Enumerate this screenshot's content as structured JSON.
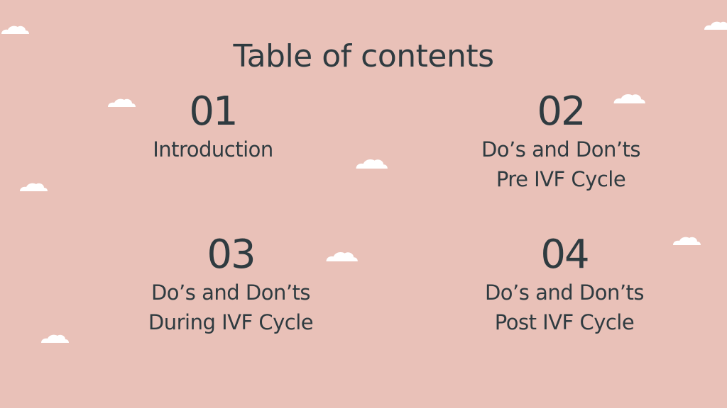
{
  "slide": {
    "title": "Table of contents",
    "background_color": "#e9c1b8",
    "text_color": "#2f3b40",
    "cloud_color": "#ffffff",
    "items": [
      {
        "number": "01",
        "line1": "Introduction",
        "line2": ""
      },
      {
        "number": "02",
        "line1": "Do’s and Don’ts",
        "line2": "Pre IVF Cycle"
      },
      {
        "number": "03",
        "line1": "Do’s and Don’ts",
        "line2": "During IVF Cycle"
      },
      {
        "number": "04",
        "line1": "Do’s and Don’ts",
        "line2": "Post IVF Cycle"
      }
    ],
    "decorations": [
      "cloud-icon"
    ]
  }
}
